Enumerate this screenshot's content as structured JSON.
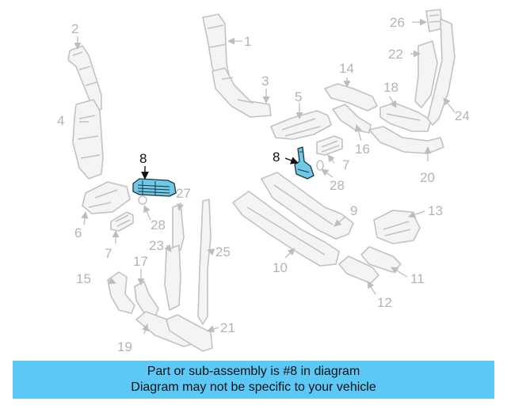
{
  "callouts": {
    "c1": "1",
    "c2": "2",
    "c3": "3",
    "c4": "4",
    "c5": "5",
    "c6": "6",
    "c7a": "7",
    "c7b": "7",
    "c8a": "8",
    "c8b": "8",
    "c9": "9",
    "c10": "10",
    "c11": "11",
    "c12": "12",
    "c13": "13",
    "c14": "14",
    "c15": "15",
    "c16": "16",
    "c17": "17",
    "c18": "18",
    "c19": "19",
    "c20": "20",
    "c21": "21",
    "c22": "22",
    "c23": "23",
    "c24": "24",
    "c25": "25",
    "c26": "26",
    "c27": "27",
    "c28a": "28",
    "c28b": "28"
  },
  "colors": {
    "highlight": "#6ec8e6",
    "banner": "#5cc8f5",
    "line_art": "#c2c2c2"
  },
  "caption": {
    "line1": "Part or sub-assembly is #8 in diagram",
    "line2": "Diagram may not be specific to your vehicle"
  }
}
